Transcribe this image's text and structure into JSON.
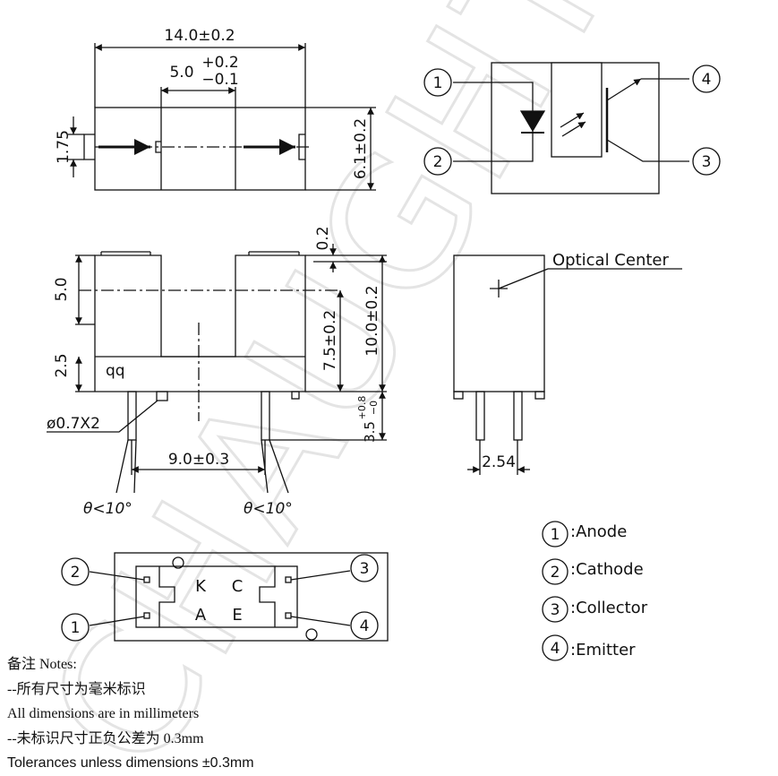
{
  "watermark": "CHAUGHT",
  "top_view": {
    "overall_width": "14.0±0.2",
    "slot_width_base": "5.0",
    "slot_width_tol_upper": "+0.2",
    "slot_width_tol_lower": "−0.1",
    "slot_height": "1.75",
    "body_depth": "6.1±0.2"
  },
  "schematic": {
    "pins": [
      "1",
      "2",
      "3",
      "4"
    ]
  },
  "front_view": {
    "upper_height": "5.0",
    "base_height": "2.5",
    "marking": "qq",
    "top_offset": "0.2",
    "center_height": "7.5±0.2",
    "total_height": "10.0±0.2",
    "lead_length_base": "3.5",
    "lead_length_tol_upper": "+0.8",
    "lead_length_tol_lower": "−0",
    "pin_diameter": "ø0.7X2",
    "pin_spacing": "9.0±0.3",
    "angle_left": "θ<10°",
    "angle_right": "θ<10°"
  },
  "side_view": {
    "optical_center_label": "Optical Center",
    "pin_pitch": "2.54"
  },
  "bottom_view": {
    "pins": [
      "1",
      "2",
      "3",
      "4"
    ],
    "letters": [
      "K",
      "C",
      "A",
      "E"
    ]
  },
  "legend": [
    {
      "num": "1",
      "label": ":Anode"
    },
    {
      "num": "2",
      "label": ":Cathode"
    },
    {
      "num": "3",
      "label": ":Collector"
    },
    {
      "num": "4",
      "label": ":Emitter"
    }
  ],
  "notes": {
    "heading": "备注 Notes:",
    "line1": "--所有尺寸为毫米标识",
    "line2": "All dimensions are in millimeters",
    "line3": "--未标识尺寸正负公差为 0.3mm",
    "line4": "Tolerances unless dimensions ±0.3mm"
  }
}
